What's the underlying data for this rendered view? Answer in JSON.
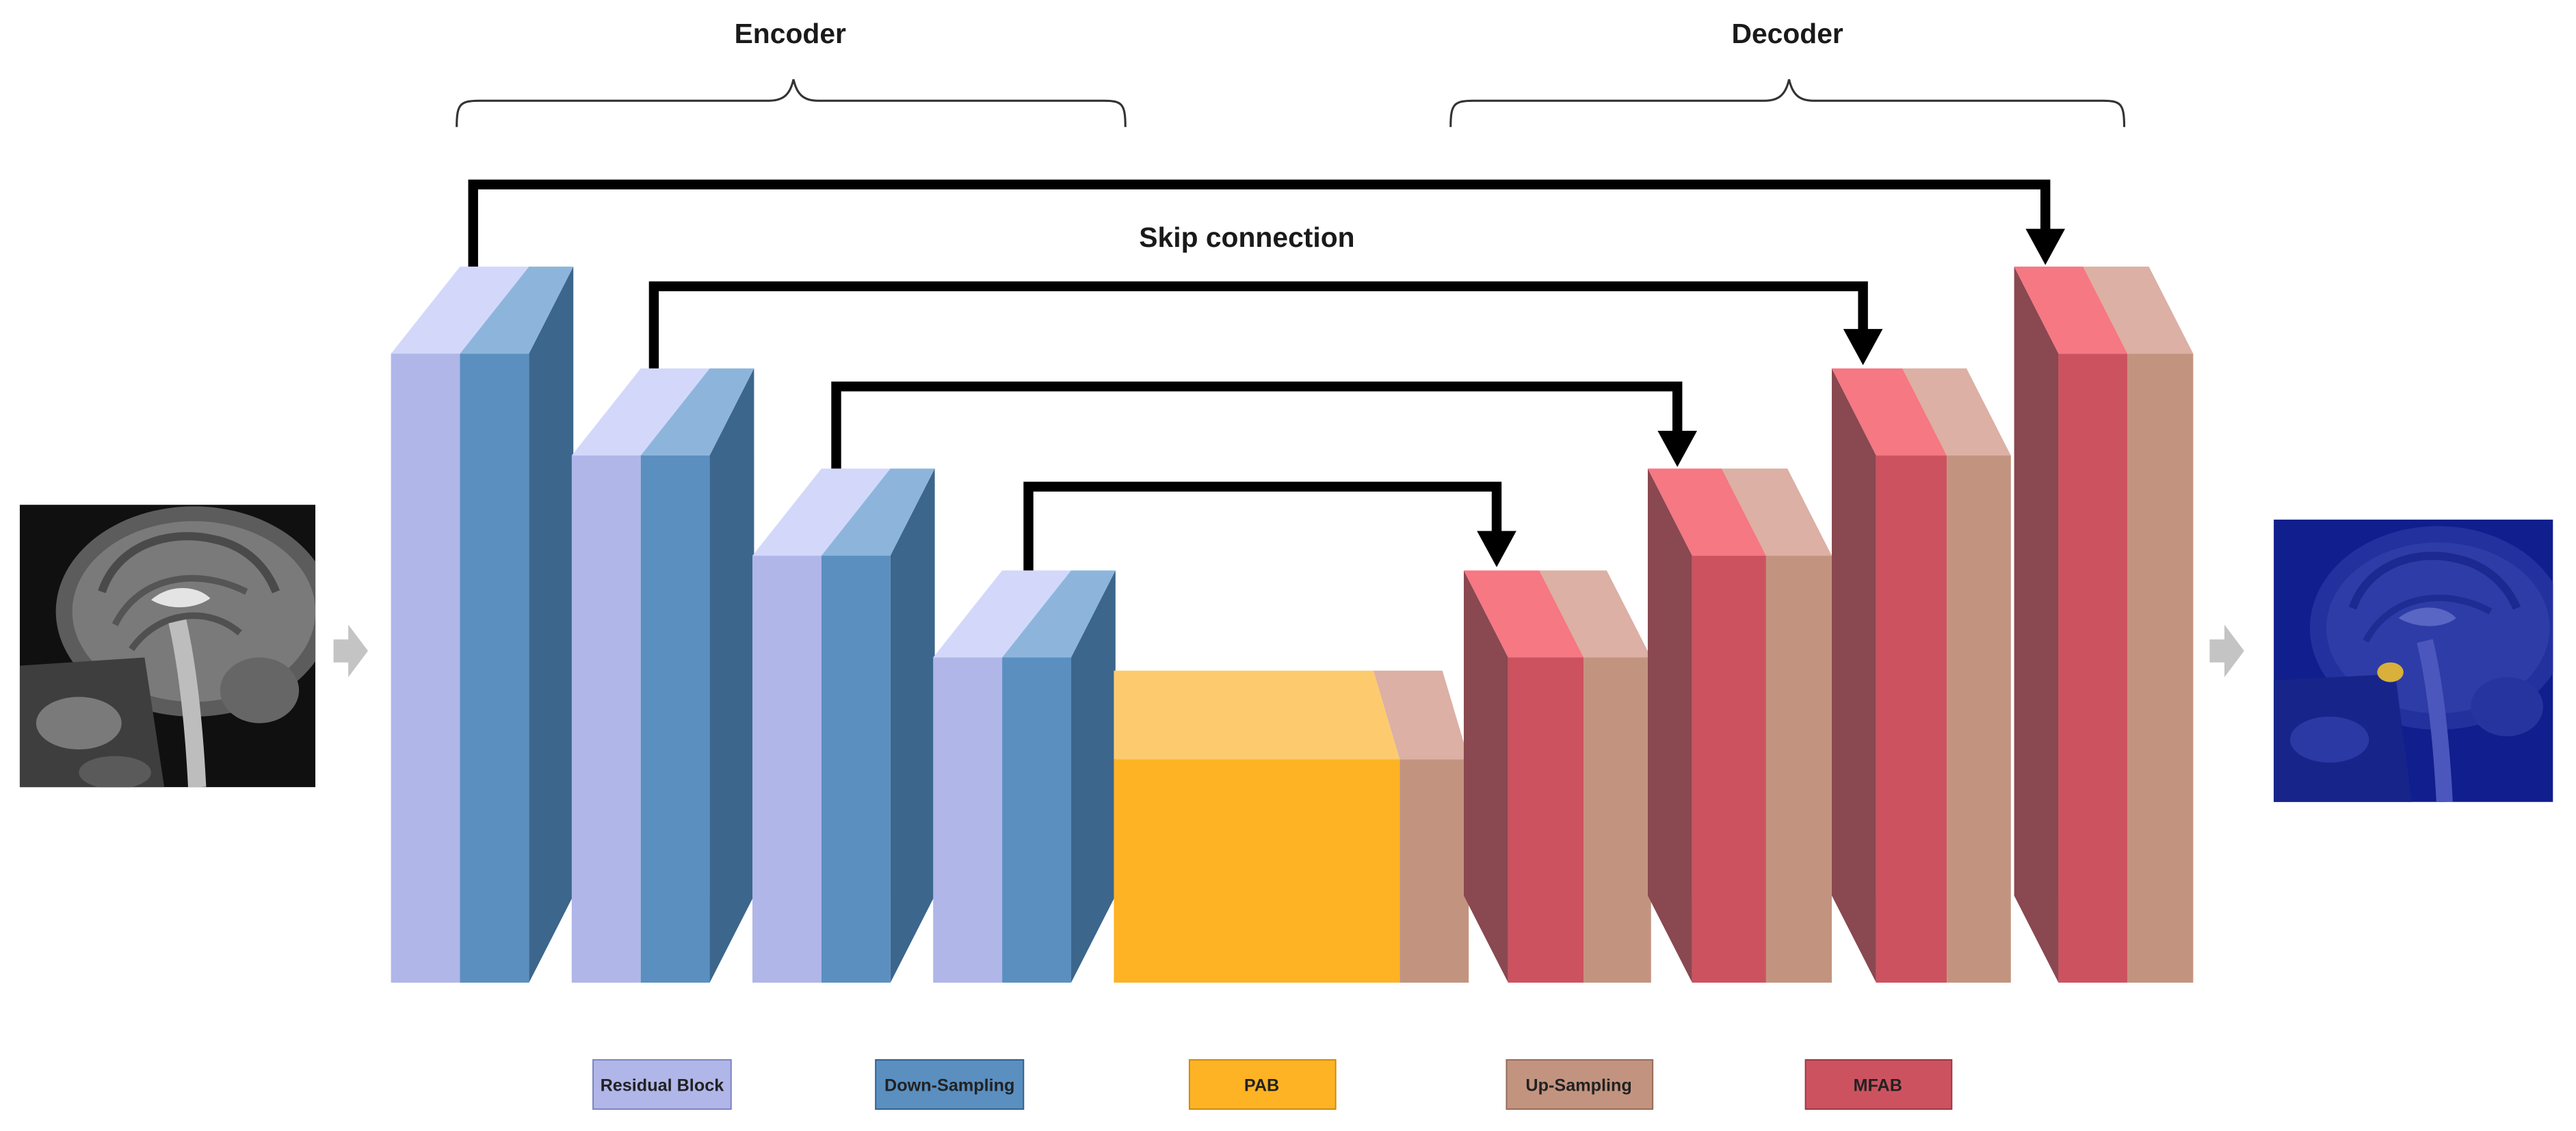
{
  "titles": {
    "encoder": "Encoder",
    "decoder": "Decoder",
    "skip": "Skip connection"
  },
  "legend": [
    {
      "label": "Residual Block",
      "color": "#b0b6e8"
    },
    {
      "label": "Down-Sampling",
      "color": "#5a8fc0"
    },
    {
      "label": "PAB",
      "color": "#fdb324"
    },
    {
      "label": "Up-Sampling",
      "color": "#c29480"
    },
    {
      "label": "MFAB",
      "color": "#cd5260"
    }
  ],
  "colors": {
    "residual": "#b0b6e8",
    "residual_top": "#d3d8fb",
    "down": "#5a8fc0",
    "down_top": "#8db5dc",
    "down_side": "#3c668c",
    "pab": "#fdb324",
    "pab_top": "#fdcb6e",
    "up": "#c29480",
    "up_top": "#dcb0a4",
    "mfab": "#cd5260",
    "mfab_top": "#f57883",
    "mfab_side": "#8a4850",
    "input_arrow": "#c4c4c4"
  },
  "images": {
    "input": "sagittal-brain-mri",
    "output": "segmented-brain-mri-overlay"
  }
}
